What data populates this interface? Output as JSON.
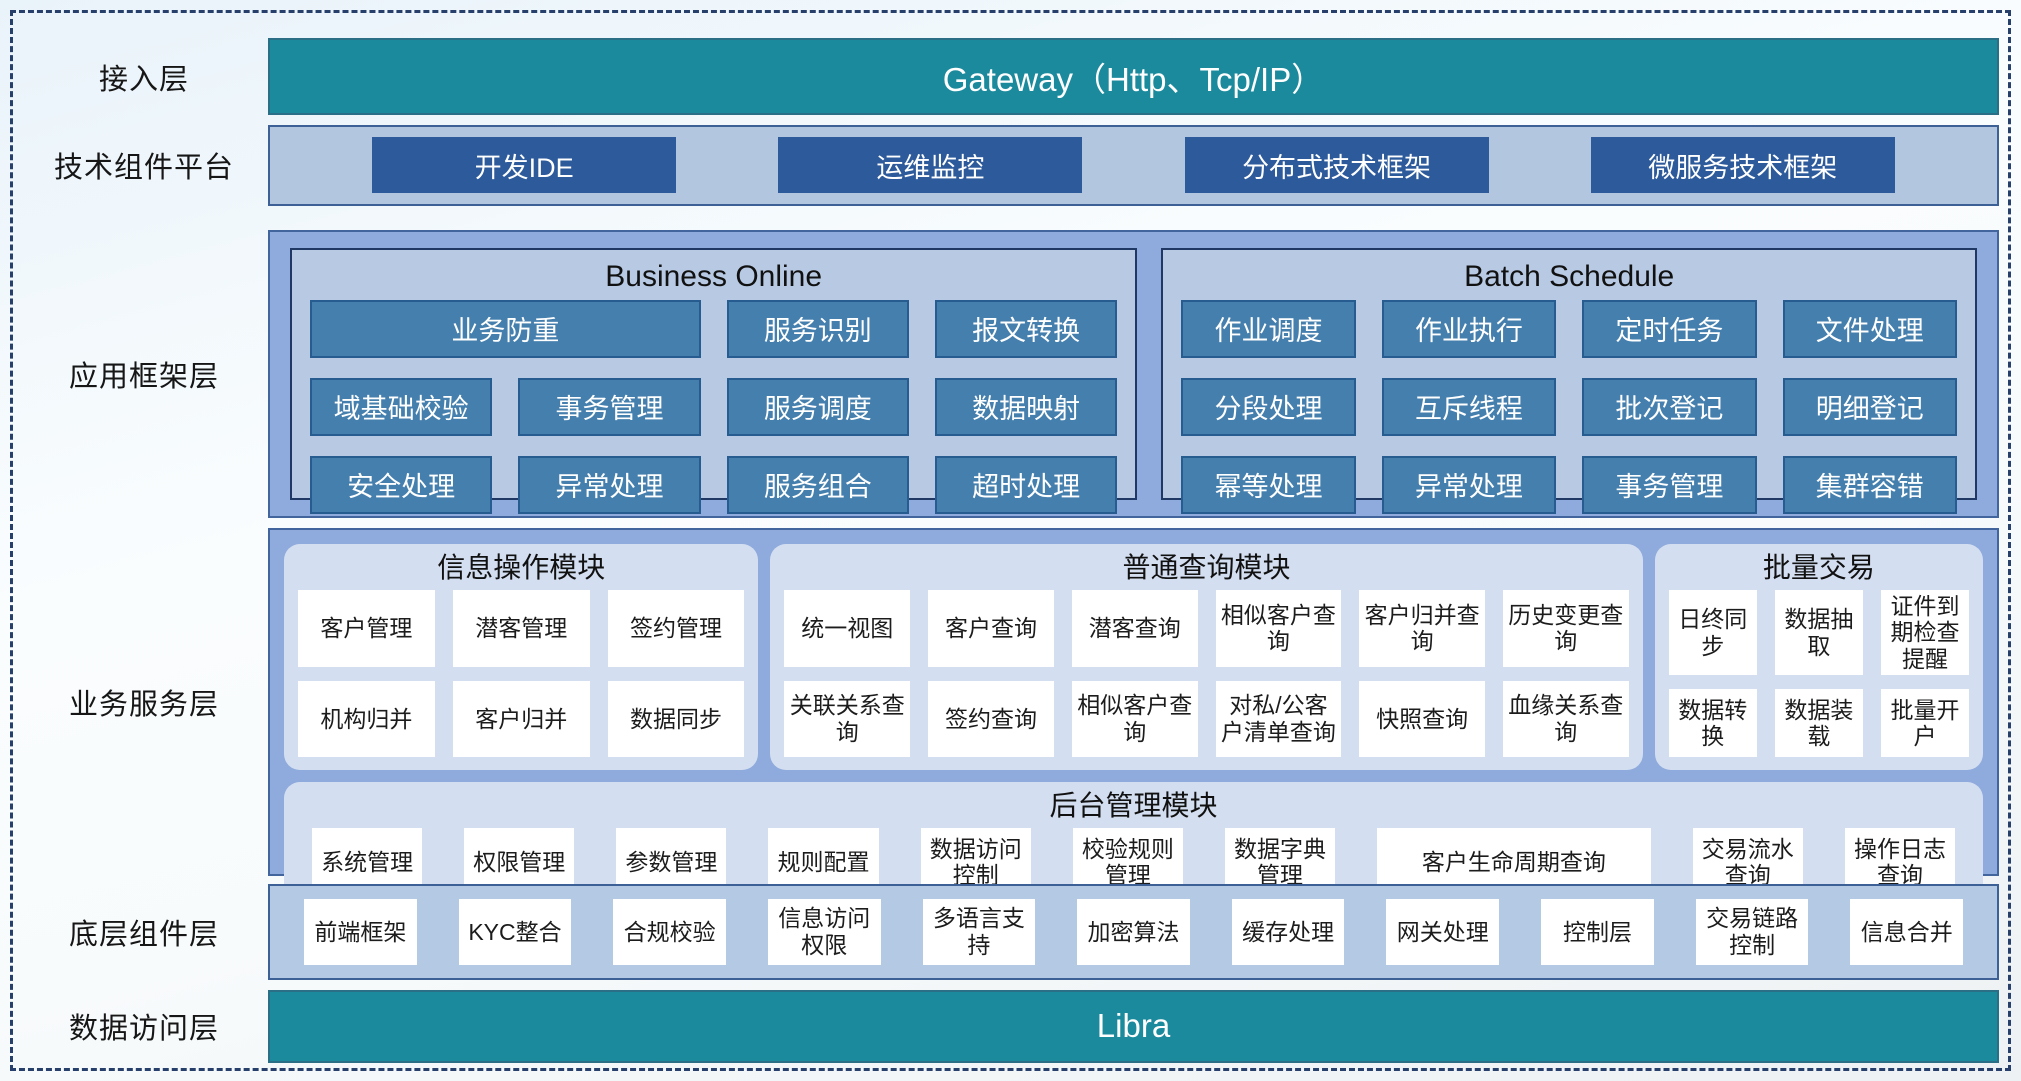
{
  "colors": {
    "teal_bar": "#1b8a9d",
    "dark_blue_chip": "#2d5a9b",
    "steel_blue_button": "#447fae",
    "outer_band": "#8faadc",
    "inner_panel": "#b7c9e3",
    "light_panel": "#d3def0",
    "dashed_border": "#27406b"
  },
  "layers": {
    "access": {
      "label": "接入层",
      "gateway": "Gateway（Http、Tcp/IP）"
    },
    "tech": {
      "label": "技术组件平台",
      "items": [
        "开发IDE",
        "运维监控",
        "分布式技术框架",
        "微服务技术框架"
      ]
    },
    "app_framework": {
      "label": "应用框架层",
      "business_online": {
        "title": "Business Online",
        "grid": [
          [
            "业务防重",
            "服务识别",
            "报文转换"
          ],
          [
            "域基础校验",
            "事务管理",
            "服务调度",
            "数据映射"
          ],
          [
            "安全处理",
            "异常处理",
            "服务组合",
            "超时处理"
          ]
        ]
      },
      "batch_schedule": {
        "title": "Batch Schedule",
        "grid": [
          [
            "作业调度",
            "作业执行",
            "定时任务",
            "文件处理"
          ],
          [
            "分段处理",
            "互斥线程",
            "批次登记",
            "明细登记"
          ],
          [
            "幂等处理",
            "异常处理",
            "事务管理",
            "集群容错"
          ]
        ]
      }
    },
    "business_service": {
      "label": "业务服务层",
      "info_module": {
        "title": "信息操作模块",
        "rows": [
          [
            "客户管理",
            "潜客管理",
            "签约管理"
          ],
          [
            "机构归并",
            "客户归并",
            "数据同步"
          ]
        ]
      },
      "query_module": {
        "title": "普通查询模块",
        "rows": [
          [
            "统一视图",
            "客户查询",
            "潜客查询",
            "相似客户查询",
            "客户归并查询",
            "历史变更查询"
          ],
          [
            "关联关系查询",
            "签约查询",
            "相似客户查询",
            "对私/公客户清单查询",
            "快照查询",
            "血缘关系查询"
          ]
        ]
      },
      "batch_module": {
        "title": "批量交易",
        "rows": [
          [
            "日终同步",
            "数据抽取",
            "证件到期检查提醒"
          ],
          [
            "数据转换",
            "数据装载",
            "批量开户"
          ]
        ]
      },
      "admin_module": {
        "title": "后台管理模块",
        "items": [
          "系统管理",
          "权限管理",
          "参数管理",
          "规则配置",
          "数据访问控制",
          "校验规则管理",
          "数据字典管理",
          "客户生命周期查询",
          "交易流水查询",
          "操作日志查询"
        ]
      }
    },
    "base_component": {
      "label": "底层组件层",
      "items": [
        "前端框架",
        "KYC整合",
        "合规校验",
        "信息访问权限",
        "多语言支持",
        "加密算法",
        "缓存处理",
        "网关处理",
        "控制层",
        "交易链路控制",
        "信息合并"
      ]
    },
    "data_access": {
      "label": "数据访问层",
      "bar": "Libra"
    }
  }
}
